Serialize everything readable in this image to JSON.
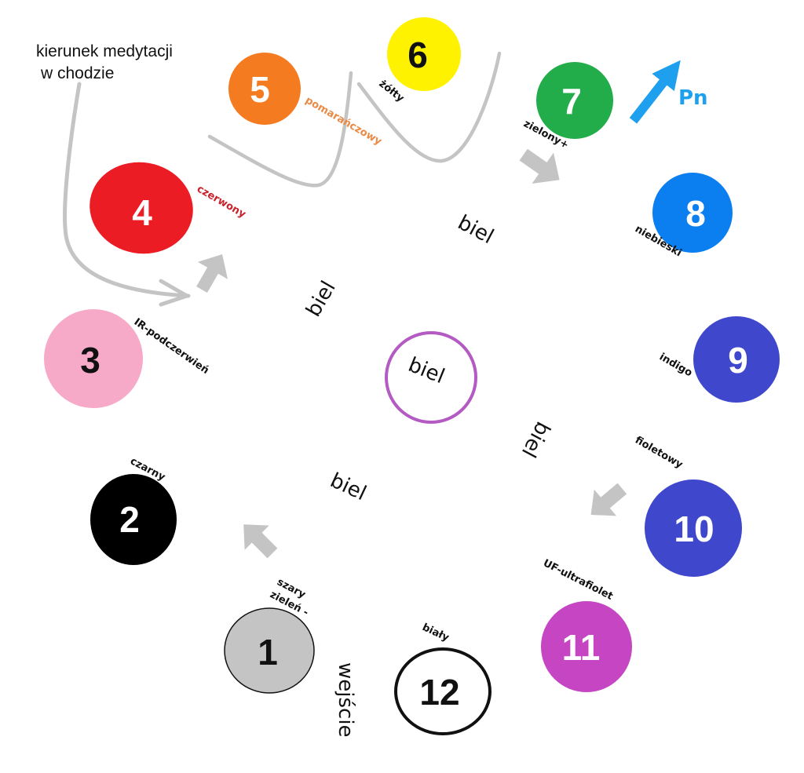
{
  "annotation": {
    "line1": "kierunek medytacji",
    "line2": "w chodzie"
  },
  "north": {
    "label": "Pn",
    "color": "#1ea0ef"
  },
  "center": {
    "label": "biel",
    "ring_color": "#b45bc3"
  },
  "entrance": {
    "label": "wejście"
  },
  "biel_labels": [
    "biel",
    "biel",
    "biel",
    "biel"
  ],
  "stations": [
    {
      "number": "1",
      "label_line1": "szary",
      "label_line2": "zieleń -",
      "fill": "#c4c4c4",
      "text_color": "#111111",
      "label_color": "#111111",
      "stroke": "#111111"
    },
    {
      "number": "2",
      "label_line1": "czarny",
      "label_line2": "",
      "fill": "#000000",
      "text_color": "#ffffff",
      "label_color": "#111111",
      "stroke": "none"
    },
    {
      "number": "3",
      "label_line1": "IR-podczerwień",
      "label_line2": "",
      "fill": "#f7aac8",
      "text_color": "#111111",
      "label_color": "#111111",
      "stroke": "none"
    },
    {
      "number": "4",
      "label_line1": "czerwony",
      "label_line2": "",
      "fill": "#ec1c24",
      "text_color": "#ffffff",
      "label_color": "#c8232c",
      "stroke": "none"
    },
    {
      "number": "5",
      "label_line1": "pomarańczowy",
      "label_line2": "",
      "fill": "#f47b20",
      "text_color": "#ffffff",
      "label_color": "#e98a45",
      "stroke": "none"
    },
    {
      "number": "6",
      "label_line1": "żółty",
      "label_line2": "",
      "fill": "#fff200",
      "text_color": "#111111",
      "label_color": "#111111",
      "stroke": "none"
    },
    {
      "number": "7",
      "label_line1": "zielony+",
      "label_line2": "",
      "fill": "#22ad4a",
      "text_color": "#ffffff",
      "label_color": "#111111",
      "stroke": "none"
    },
    {
      "number": "8",
      "label_line1": "niebieski",
      "label_line2": "",
      "fill": "#0b7ff0",
      "text_color": "#ffffff",
      "label_color": "#111111",
      "stroke": "none"
    },
    {
      "number": "9",
      "label_line1": "indigo",
      "label_line2": "",
      "fill": "#3f48cc",
      "text_color": "#ffffff",
      "label_color": "#111111",
      "stroke": "none"
    },
    {
      "number": "10",
      "label_line1": "fioletowy",
      "label_line2": "",
      "fill": "#3f48cc",
      "text_color": "#ffffff",
      "label_color": "#111111",
      "stroke": "none"
    },
    {
      "number": "11",
      "label_line1": "UF-ultrafiolet",
      "label_line2": "",
      "fill": "#c545c2",
      "text_color": "#ffffff",
      "label_color": "#111111",
      "stroke": "none"
    },
    {
      "number": "12",
      "label_line1": "biały",
      "label_line2": "",
      "fill": "#ffffff",
      "text_color": "#111111",
      "label_color": "#111111",
      "stroke": "#111111"
    }
  ],
  "colors": {
    "path_gray": "#c4c4c4",
    "arrow_gray": "#c4c4c4"
  }
}
